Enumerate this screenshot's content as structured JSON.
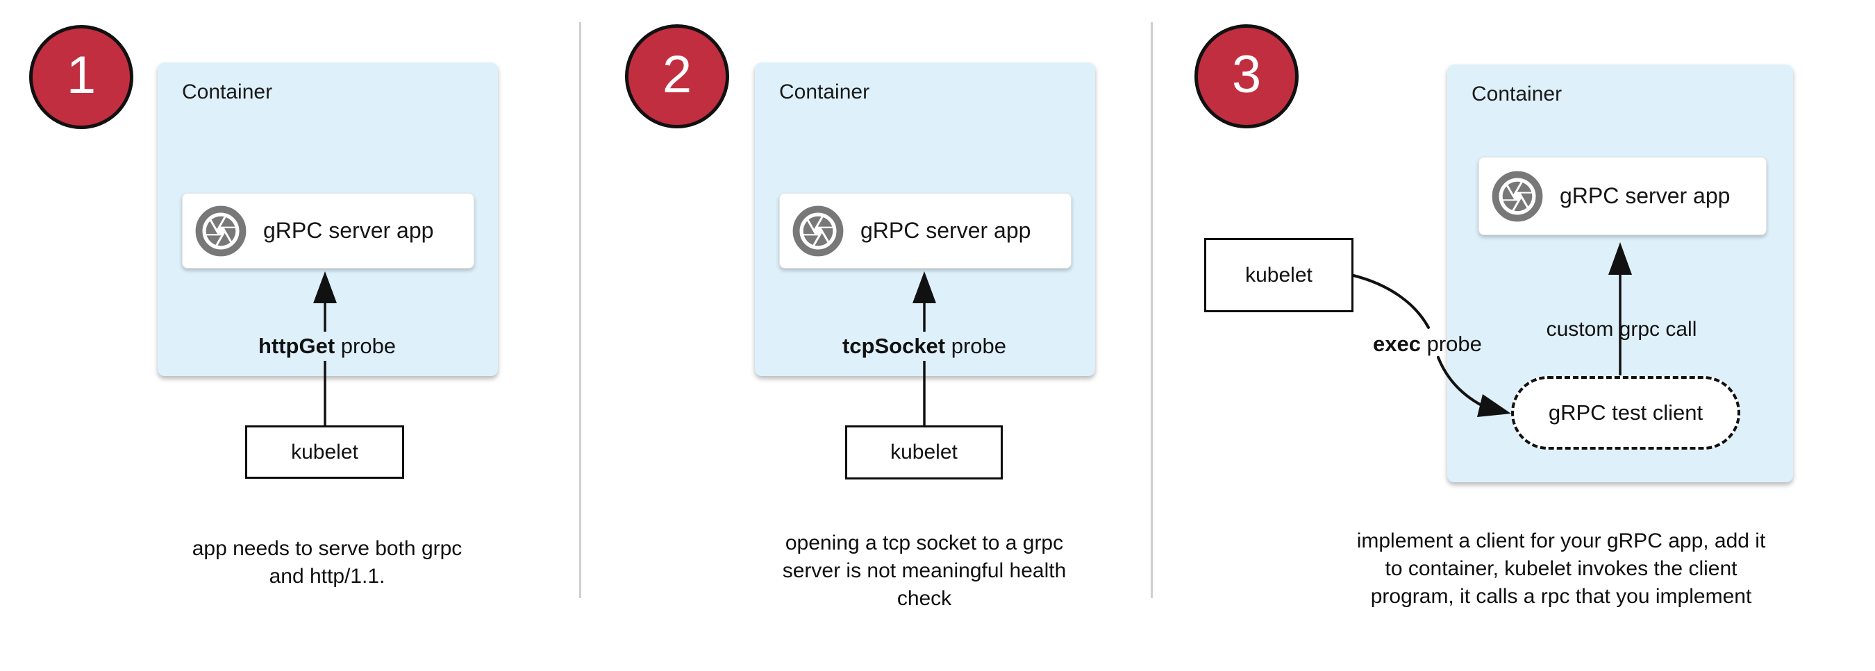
{
  "colors": {
    "container_fill": "#DEF0FA",
    "badge_fill": "#C12E40",
    "badge_border": "#111111",
    "icon_gray": "#787878",
    "divider_gray": "#CFCFCF",
    "arrow_black": "#111111"
  },
  "panels": [
    {
      "number": "1",
      "container_label": "Container",
      "app_icon": "aperture-icon",
      "app_label": "gRPC server app",
      "probe_label_bold": "httpGet",
      "probe_label_rest": " probe",
      "kubelet_label": "kubelet",
      "caption": "app needs to serve both grpc\nand http/1.1."
    },
    {
      "number": "2",
      "container_label": "Container",
      "app_icon": "aperture-icon",
      "app_label": "gRPC server app",
      "probe_label_bold": "tcpSocket",
      "probe_label_rest": " probe",
      "kubelet_label": "kubelet",
      "caption": "opening a tcp socket to a grpc\nserver is not meaningful health\ncheck"
    },
    {
      "number": "3",
      "container_label": "Container",
      "app_icon": "aperture-icon",
      "app_label": "gRPC server app",
      "probe_label_bold": "exec",
      "probe_label_rest": " probe",
      "kubelet_label": "kubelet",
      "custom_call_label": "custom grpc call",
      "test_client_label": "gRPC test client",
      "caption": "implement a client for your gRPC app, add it\nto container, kubelet invokes the client\nprogram, it calls a rpc that you implement"
    }
  ]
}
